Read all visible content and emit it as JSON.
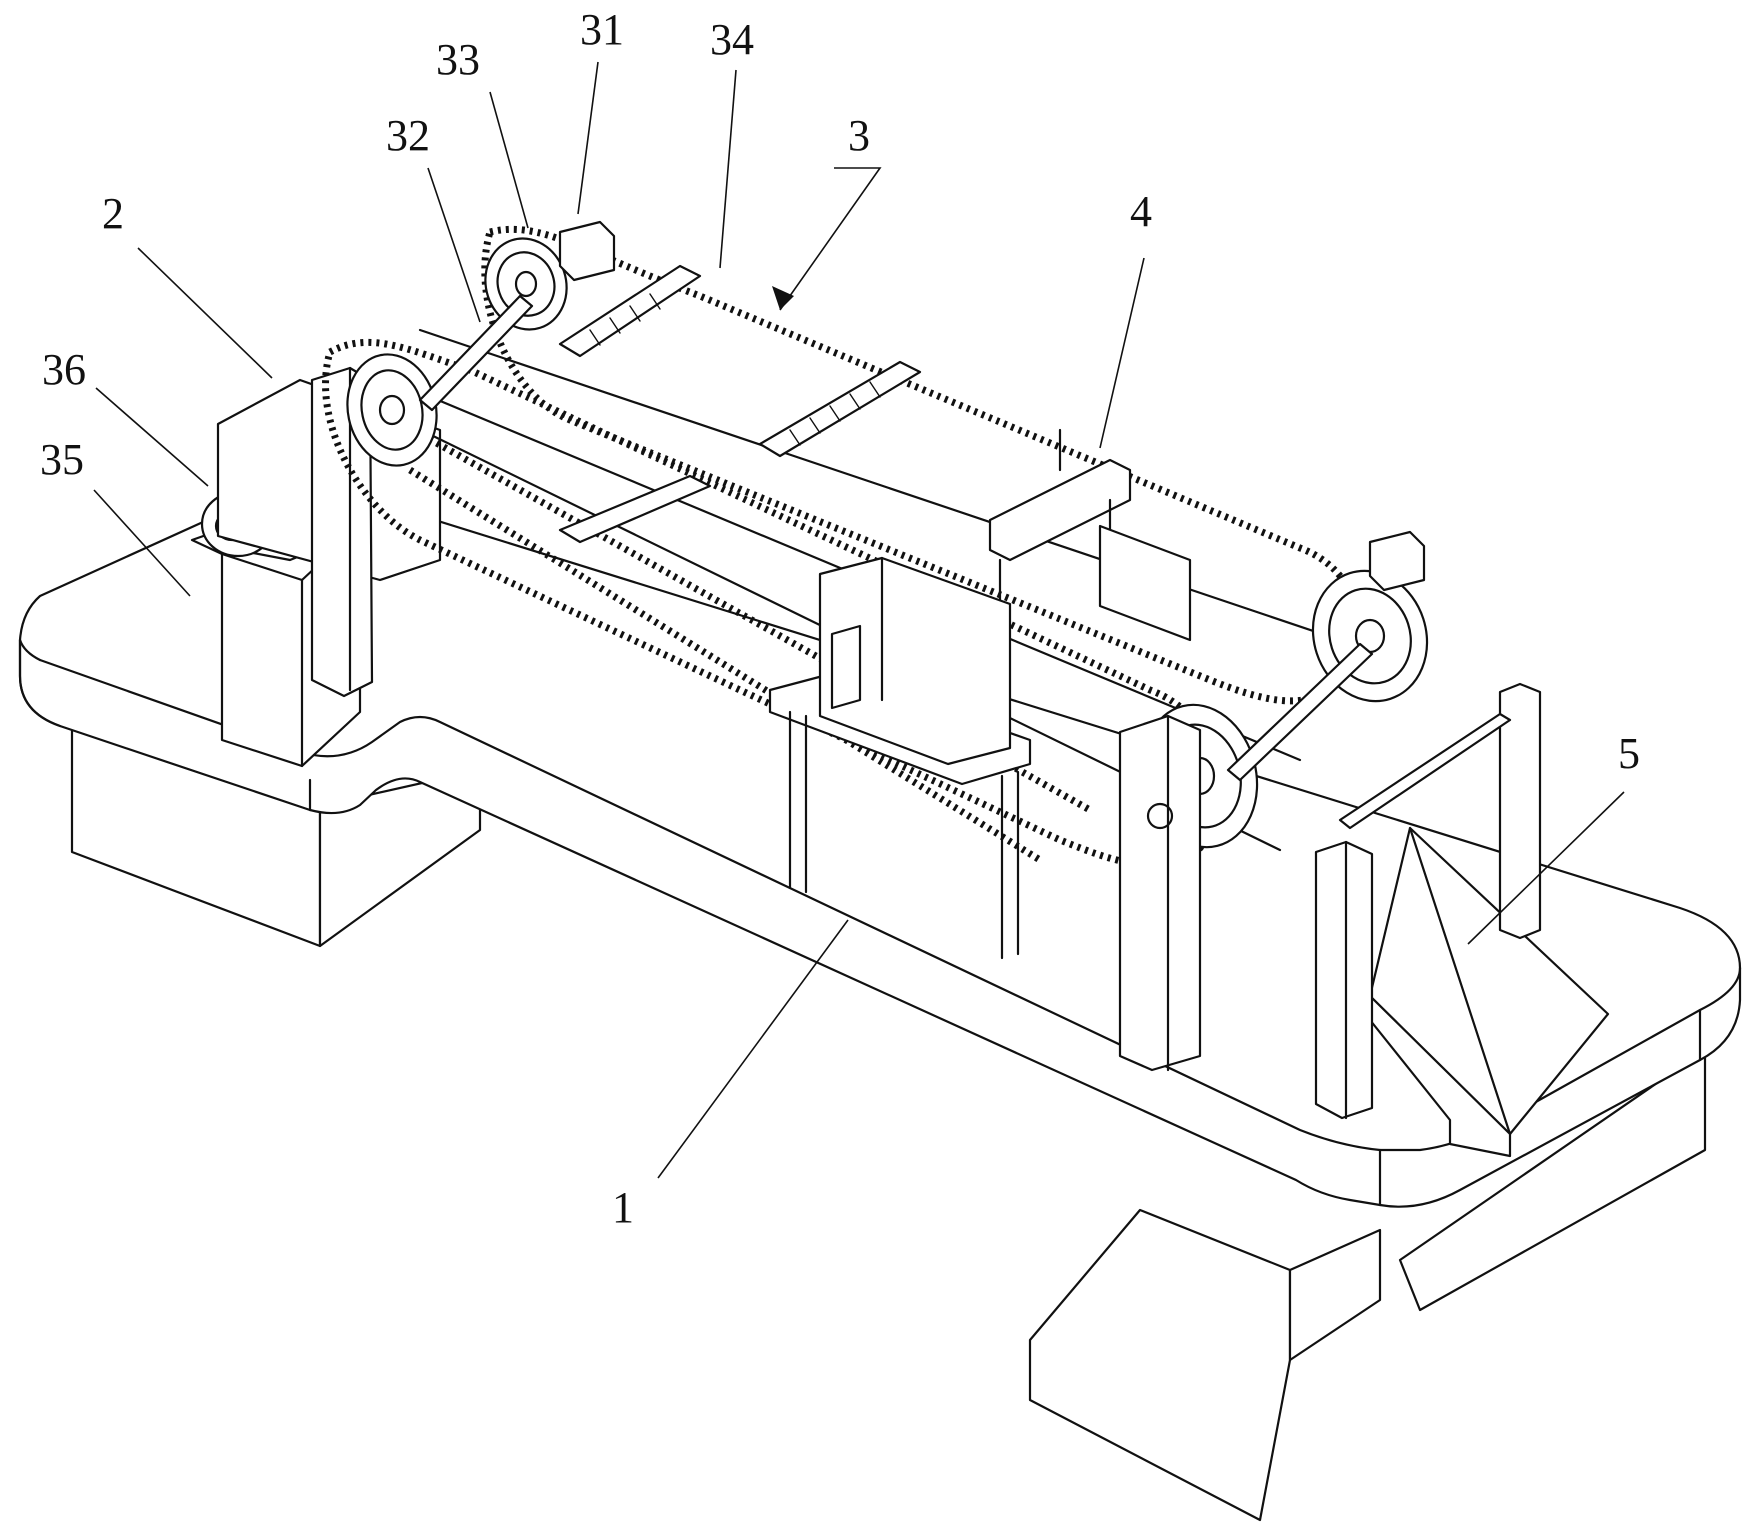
{
  "figure": {
    "callouts": [
      {
        "id": "label-1",
        "text": "1"
      },
      {
        "id": "label-2",
        "text": "2"
      },
      {
        "id": "label-3",
        "text": "3"
      },
      {
        "id": "label-31",
        "text": "31"
      },
      {
        "id": "label-32",
        "text": "32"
      },
      {
        "id": "label-33",
        "text": "33"
      },
      {
        "id": "label-34",
        "text": "34"
      },
      {
        "id": "label-35",
        "text": "35"
      },
      {
        "id": "label-36",
        "text": "36"
      },
      {
        "id": "label-4",
        "text": "4"
      },
      {
        "id": "label-5",
        "text": "5"
      }
    ]
  }
}
